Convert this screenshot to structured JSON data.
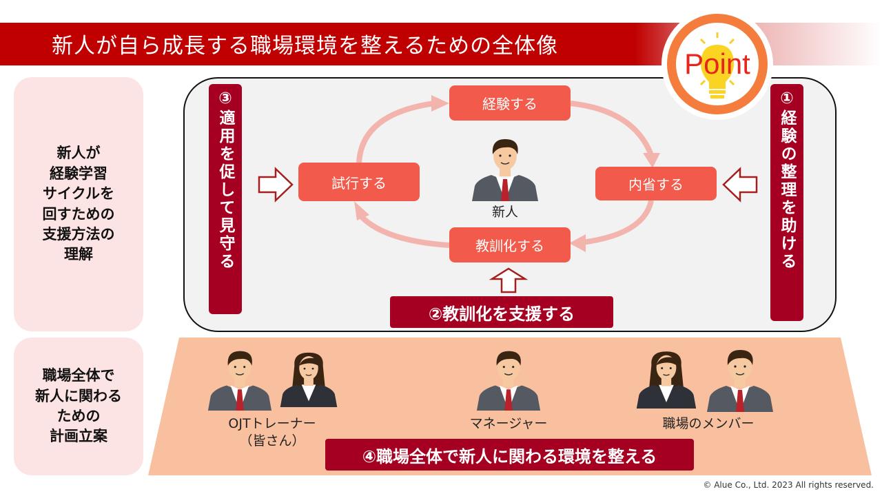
{
  "title": "新人が自ら成長する職場環境を整えるための全体像",
  "point_badge": "Point",
  "left_panels": [
    "新人が\n経験学習\nサイクルを\n回すための\n支援方法の\n理解",
    "職場全体で\n新人に関わる\nための\n計画立案"
  ],
  "cycle": {
    "experience": "経験する",
    "reflect": "内省する",
    "lesson": "教訓化する",
    "trial": "試行する",
    "center_person": "新人"
  },
  "supports": {
    "s1": "①経験の整理を助ける",
    "s2": "②教訓化を支援する",
    "s3": "③適用を促して見守る",
    "s4": "④職場全体で新人に関わる環境を整える"
  },
  "workplace_people": [
    {
      "label": "OJTトレーナー\n（皆さん）"
    },
    {
      "label": "マネージャー"
    },
    {
      "label": "職場のメンバー"
    }
  ],
  "copyright": "© Alue Co., Ltd.   2023   All rights reserved.",
  "colors": {
    "header": "#c00000",
    "step": "#f25a4b",
    "support": "#a50021",
    "panel": "#fde4e4",
    "workplace": "#f9c0a0",
    "cycle_arrow": "#f4b4ae"
  }
}
